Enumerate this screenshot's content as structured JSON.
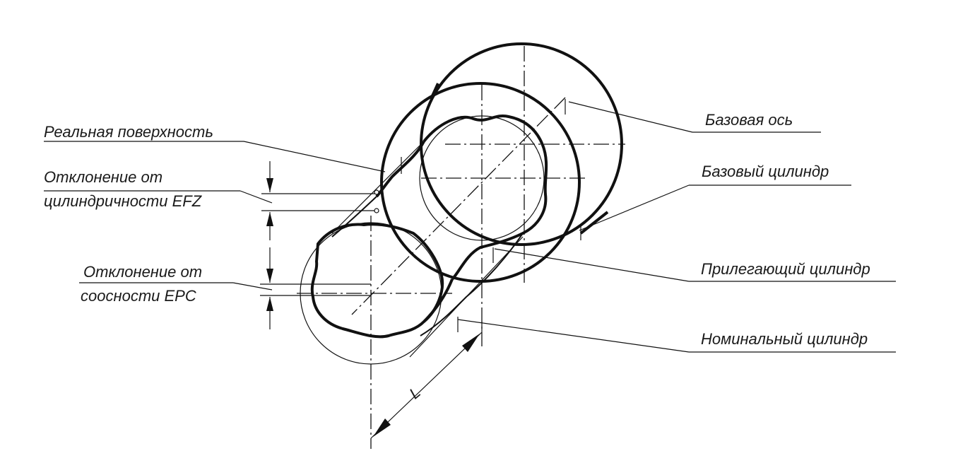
{
  "labels": {
    "base_axis": "Базовая ось",
    "real_surface": "Реальная поверхность",
    "base_cylinder": "Базовый цилиндр",
    "cyl_dev_line1": "Отклонение от",
    "cyl_dev_line2": "цилиндричности EFZ",
    "adjoining_cylinder": "Прилегающий цилиндр",
    "coax_dev_line1": "Отклонение от",
    "coax_dev_line2": "соосности EPC",
    "nominal_cylinder": "Номинальный цилиндр",
    "length": "L"
  }
}
